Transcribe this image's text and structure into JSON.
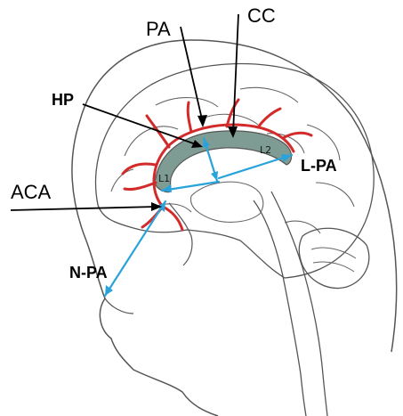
{
  "labels": {
    "pa": "PA",
    "cc": "CC",
    "hp": "HP",
    "aca": "ACA",
    "l_pa": "L-PA",
    "n_pa": "N-PA",
    "l1": "L1",
    "l2": "L2"
  },
  "colors": {
    "outline": "#555555",
    "vessel": "#d32a2a",
    "corpus_callosum": "#7f9c94",
    "measure": "#29a3dc",
    "pointer": "#000000"
  }
}
